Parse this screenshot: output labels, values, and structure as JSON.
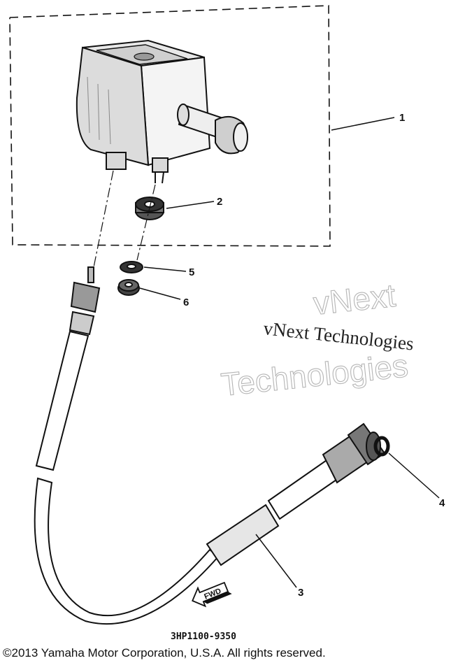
{
  "callouts": [
    {
      "number": "1",
      "part": "speedometer-assembly"
    },
    {
      "number": "2",
      "part": "grommet"
    },
    {
      "number": "3",
      "part": "speedometer-cable"
    },
    {
      "number": "4",
      "part": "o-ring"
    },
    {
      "number": "5",
      "part": "washer"
    },
    {
      "number": "6",
      "part": "nut"
    }
  ],
  "direction_label": "FWD",
  "watermark": {
    "brand": "vNext",
    "line2": "Technologies",
    "serif_text": "vNext Technologies"
  },
  "drawing_code": "3HP1100-9350",
  "copyright": "©2013 Yamaha Motor Corporation, U.S.A. All rights reserved."
}
